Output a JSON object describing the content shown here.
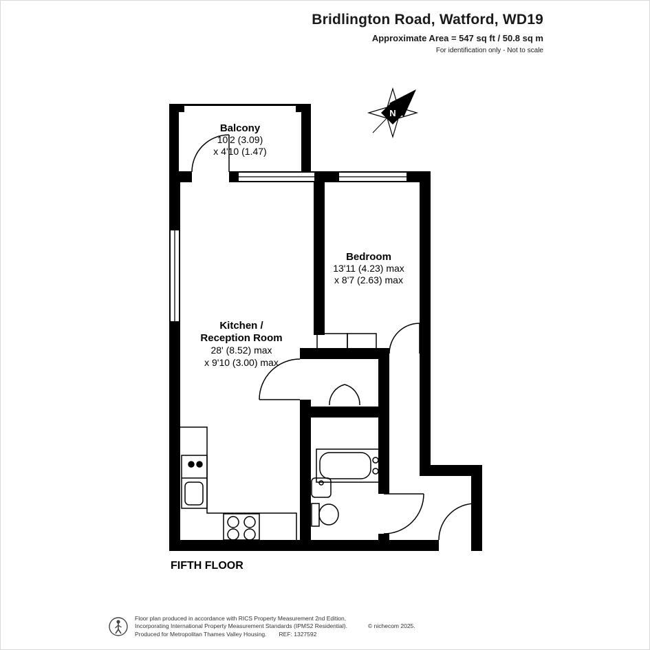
{
  "header": {
    "title": "Bridlington Road, Watford, WD19",
    "area": "Approximate Area = 547 sq ft / 50.8 sq m",
    "note": "For identification only - Not to scale"
  },
  "compass": {
    "north_label": "N"
  },
  "rooms": {
    "balcony": {
      "name": "Balcony",
      "dim1": "10'2 (3.09)",
      "dim2": "x 4'10 (1.47)"
    },
    "kitchen_reception": {
      "name_line1": "Kitchen /",
      "name_line2": "Reception Room",
      "dim1": "28' (8.52) max",
      "dim2": "x 9'10 (3.00) max"
    },
    "bedroom": {
      "name": "Bedroom",
      "dim1": "13'11 (4.23) max",
      "dim2": "x 8'7 (2.63) max"
    }
  },
  "floor_label": "FIFTH FLOOR",
  "footer": {
    "line1": "Floor plan produced in accordance with RICS Property Measurement 2nd Edition,",
    "line2": "Incorporating International Property Measurement Standards (IPMS2 Residential).",
    "copyright": "© nichecom 2025.",
    "line3": "Produced for Metropolitan Thames Valley Housing.",
    "ref": "REF: 1327592"
  },
  "colors": {
    "wall": "#000000",
    "background": "#ffffff",
    "text": "#111111"
  }
}
